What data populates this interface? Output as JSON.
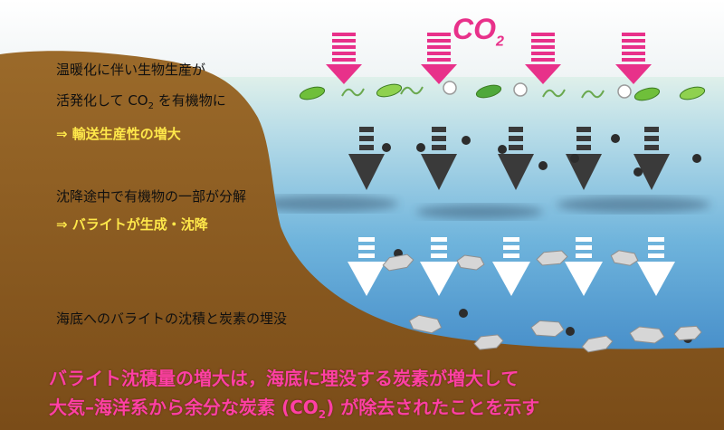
{
  "top_label": {
    "main": "CO",
    "sub": "2"
  },
  "step1": {
    "line1": "温暖化に伴い生物生産が",
    "line2_pre": "活発化して CO",
    "line2_sub": "2",
    "line2_post": " を有機物に",
    "result": "⇒ 輸送生産性の増大"
  },
  "step2": {
    "line1": "沈降途中で有機物の一部が分解",
    "result": "⇒ バライトが生成・沈降"
  },
  "step3": {
    "line1": "海底へのバライトの沈積と炭素の埋没"
  },
  "conclusion": {
    "line1": "バライト沈積量の増大は，海底に埋没する炭素が増大して",
    "line2_pre": "大気–海洋系から余分な炭素 (CO",
    "line2_sub": "2",
    "line2_post": ") が除去されたことを示す"
  },
  "colors": {
    "co2_arrow": "#e8318a",
    "dark_arrow": "#3a3a3a",
    "white_arrow": "#ffffff",
    "sediment": "#8a5a1e",
    "highlight_text": "#ffe84a",
    "conclusion_text": "#ff3fa4"
  }
}
